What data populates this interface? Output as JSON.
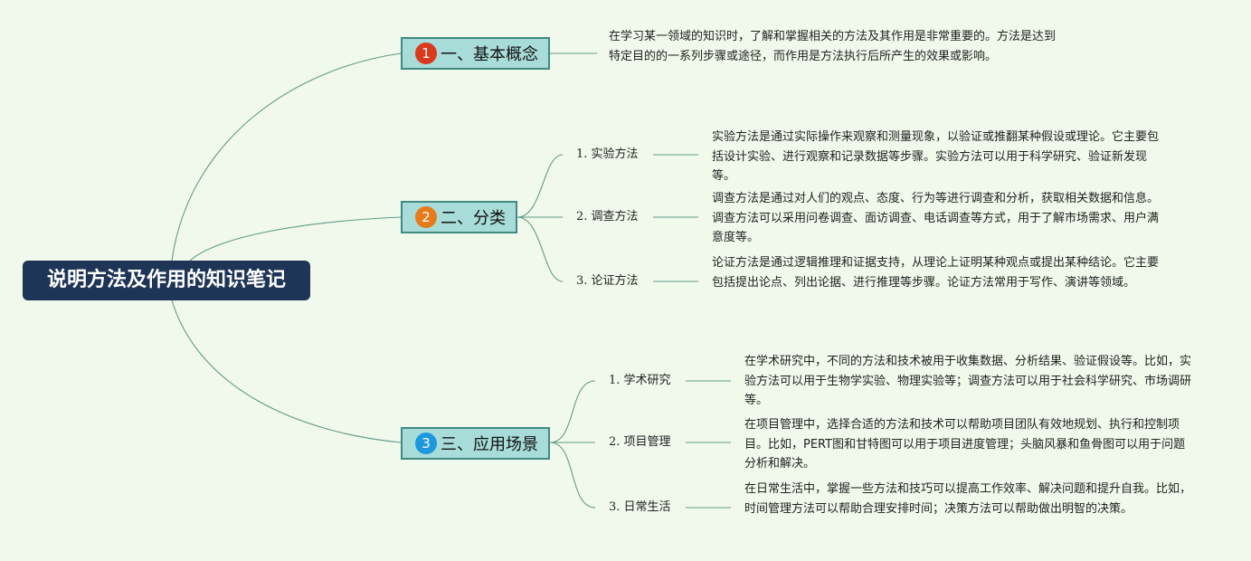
{
  "root": {
    "title": "说明方法及作用的知识笔记"
  },
  "colors": {
    "background": "#f1f9ec",
    "root_fill": "#1f3557",
    "branch_fill": "#a8dcd8",
    "branch_border": "#3f8a82",
    "connector": "#5f9b8a"
  },
  "branches": [
    {
      "number": "1",
      "badge_color": "#d93a1e",
      "label": "一、基本概念",
      "description": "在学习某一领域的知识时，了解和掌握相关的方法及其作用是非常重要的。方法是达到特定目的的一系列步骤或途径，而作用是方法执行后所产生的效果或影响。"
    },
    {
      "number": "2",
      "badge_color": "#e87a1e",
      "label": "二、分类",
      "children": [
        {
          "label": "1. 实验方法",
          "description": "实验方法是通过实际操作来观察和测量现象，以验证或推翻某种假设或理论。它主要包括设计实验、进行观察和记录数据等步骤。实验方法可以用于科学研究、验证新发现等。"
        },
        {
          "label": "2. 调查方法",
          "description": "调查方法是通过对人们的观点、态度、行为等进行调查和分析，获取相关数据和信息。调查方法可以采用问卷调查、面访调查、电话调查等方式，用于了解市场需求、用户满意度等。"
        },
        {
          "label": "3. 论证方法",
          "description": "论证方法是通过逻辑推理和证据支持，从理论上证明某种观点或提出某种结论。它主要包括提出论点、列出论据、进行推理等步骤。论证方法常用于写作、演讲等领域。"
        }
      ]
    },
    {
      "number": "3",
      "badge_color": "#1e98dc",
      "label": "三、应用场景",
      "children": [
        {
          "label": "1. 学术研究",
          "description": "在学术研究中，不同的方法和技术被用于收集数据、分析结果、验证假设等。比如，实验方法可以用于生物学实验、物理实验等；调查方法可以用于社会科学研究、市场调研等。"
        },
        {
          "label": "2. 项目管理",
          "description": "在项目管理中，选择合适的方法和技术可以帮助项目团队有效地规划、执行和控制项目。比如，PERT图和甘特图可以用于项目进度管理；头脑风暴和鱼骨图可以用于问题分析和解决。"
        },
        {
          "label": "3. 日常生活",
          "description": "在日常生活中，掌握一些方法和技巧可以提高工作效率、解决问题和提升自我。比如，时间管理方法可以帮助合理安排时间；决策方法可以帮助做出明智的决策。"
        }
      ]
    }
  ]
}
